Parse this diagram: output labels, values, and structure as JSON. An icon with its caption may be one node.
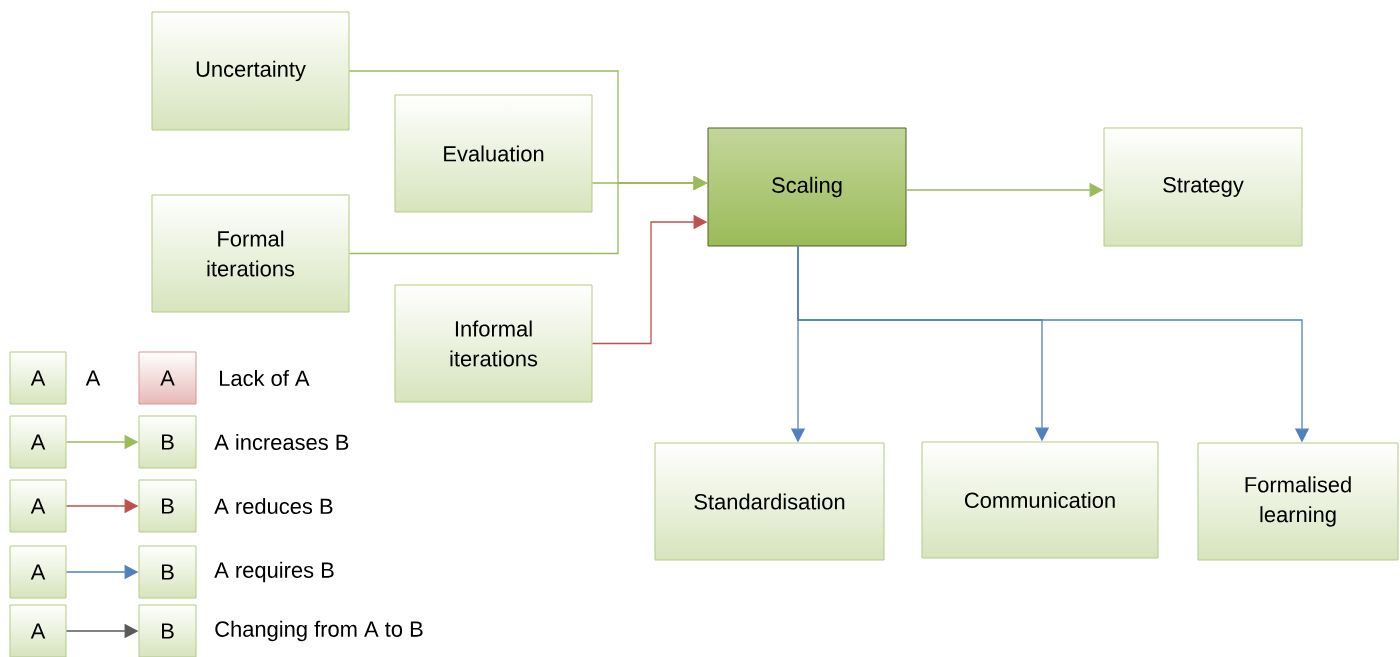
{
  "diagram": {
    "nodes": [
      {
        "text": [
          "Uncertainty"
        ]
      },
      {
        "text": [
          "Evaluation"
        ]
      },
      {
        "text": [
          "Scaling"
        ]
      },
      {
        "text": [
          "Strategy"
        ]
      },
      {
        "text": [
          "Formal iterations"
        ]
      },
      {
        "text": [
          "Informal iterations"
        ]
      },
      {
        "text": [
          "Standardisation"
        ]
      },
      {
        "text": [
          "Communication"
        ]
      },
      {
        "text": [
          "Formalised learning"
        ]
      },
      {
        "text": [
          "A"
        ]
      },
      {
        "text": [
          "A"
        ]
      },
      {
        "text": [
          "A"
        ]
      },
      {
        "text": [
          "B"
        ]
      },
      {
        "text": [
          "A"
        ]
      },
      {
        "text": [
          "B"
        ]
      },
      {
        "text": [
          "A"
        ]
      },
      {
        "text": [
          "B"
        ]
      },
      {
        "text": [
          "A"
        ]
      },
      {
        "text": [
          "B"
        ]
      }
    ],
    "edges": [
      {
        "from": 0,
        "to": 2,
        "arrow": "to"
      },
      {
        "from": 1,
        "to": 2,
        "arrow": "to"
      },
      {
        "from": 4,
        "to": 2,
        "arrow": "to"
      },
      {
        "from": 5,
        "to": 2,
        "arrow": "to",
        "color": "#c0504d"
      },
      {
        "from": 2,
        "to": 3,
        "arrow": "to"
      },
      {
        "from": 2,
        "to": 6,
        "arrow": "to",
        "color": "#4f81bd"
      },
      {
        "from": 2,
        "to": 7,
        "arrow": "to",
        "color": "#4f81bd"
      },
      {
        "from": 2,
        "to": 8,
        "arrow": "to",
        "color": "#4f81bd"
      },
      {
        "from": 11,
        "to": 12,
        "arrow": "to"
      },
      {
        "from": 13,
        "to": 14,
        "arrow": "to",
        "color": "#c0504d"
      },
      {
        "from": 15,
        "to": 16,
        "arrow": "to",
        "color": "#4f81bd"
      },
      {
        "from": 17,
        "to": 18,
        "arrow": "to",
        "color": "#595959"
      }
    ],
    "labels": [
      "A",
      "Lack of A",
      "A increases B",
      "A reduces B",
      "A requires B",
      "Changing from A to B"
    ]
  }
}
